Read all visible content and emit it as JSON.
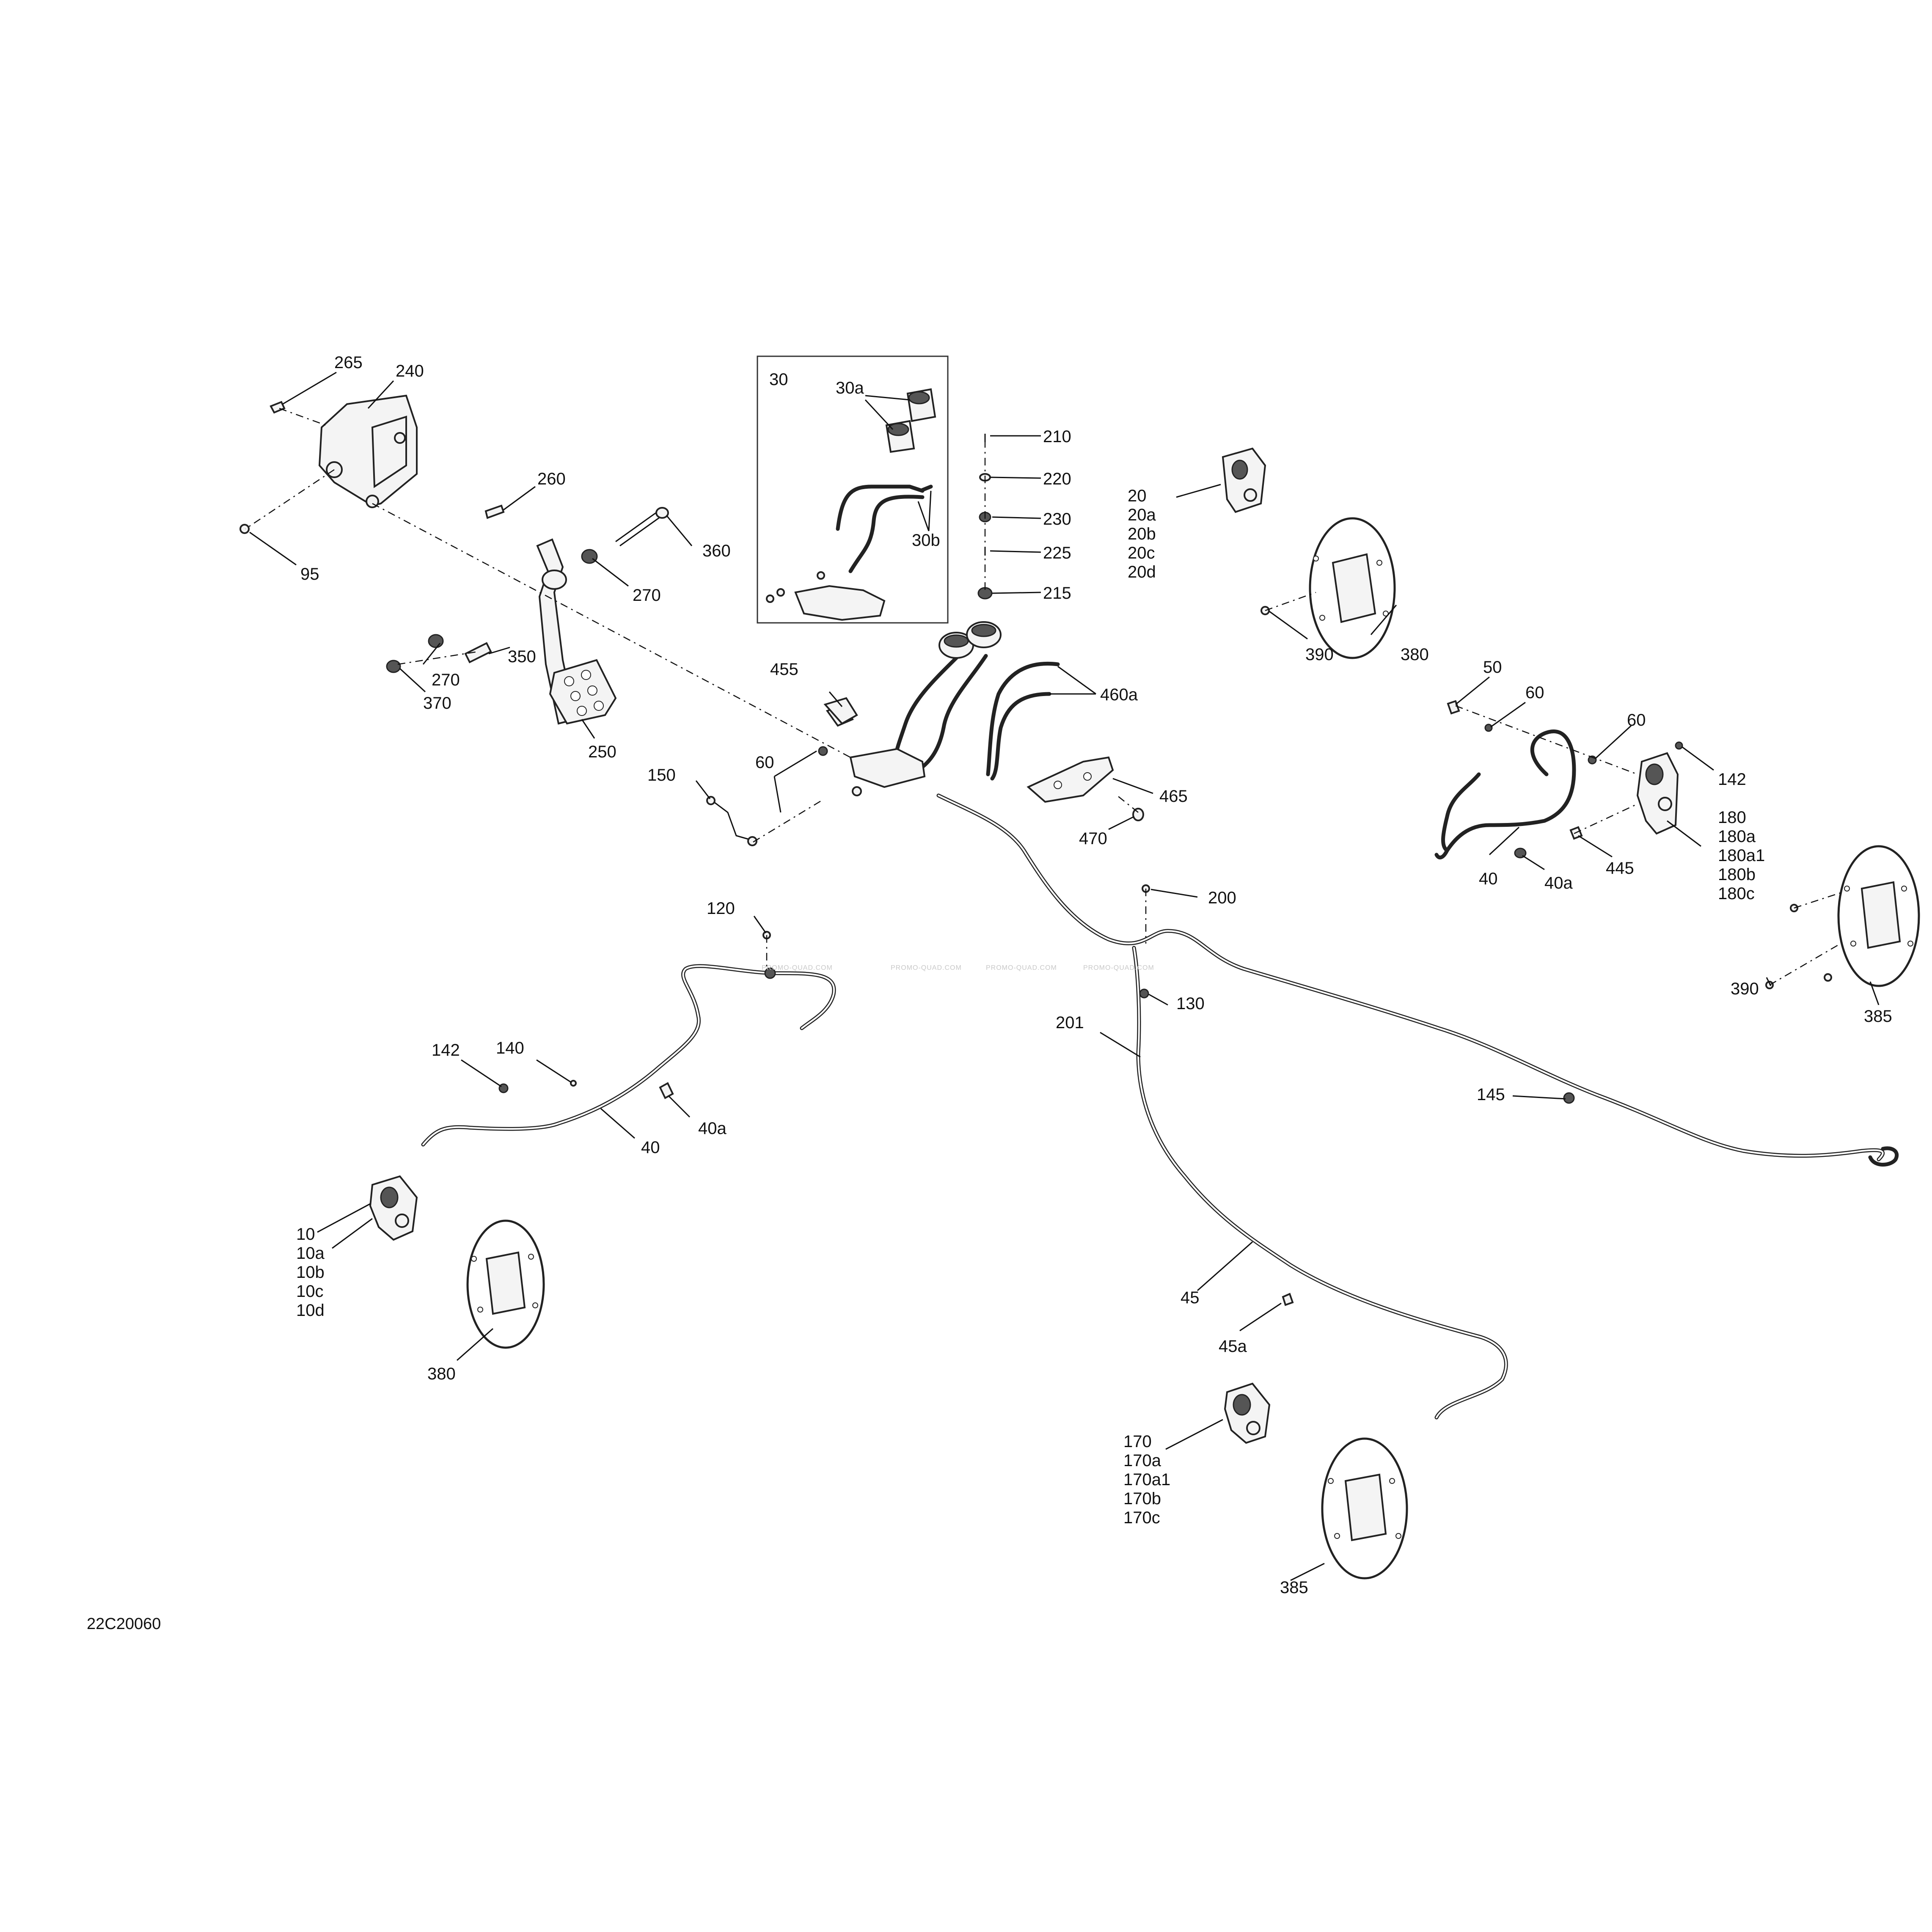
{
  "diagram": {
    "reference_code": "22C20060",
    "watermark": "PROMO-QUAD.COM",
    "callouts": [
      "265",
      "240",
      "260",
      "95",
      "270",
      "360",
      "270",
      "350",
      "370",
      "250",
      "30",
      "30a",
      "30b",
      "210",
      "220",
      "230",
      "225",
      "215",
      "20",
      "20a",
      "20b",
      "20c",
      "20d",
      "390",
      "380",
      "455",
      "460a",
      "465",
      "470",
      "150",
      "60",
      "50",
      "60",
      "60",
      "142",
      "180",
      "180a",
      "180a1",
      "180b",
      "180c",
      "40",
      "40a",
      "445",
      "200",
      "130",
      "201",
      "390",
      "385",
      "120",
      "142",
      "140",
      "40",
      "40a",
      "10",
      "10a",
      "10b",
      "10c",
      "10d",
      "380",
      "145",
      "45",
      "45a",
      "170",
      "170a",
      "170a1",
      "170b",
      "170c",
      "385"
    ]
  }
}
